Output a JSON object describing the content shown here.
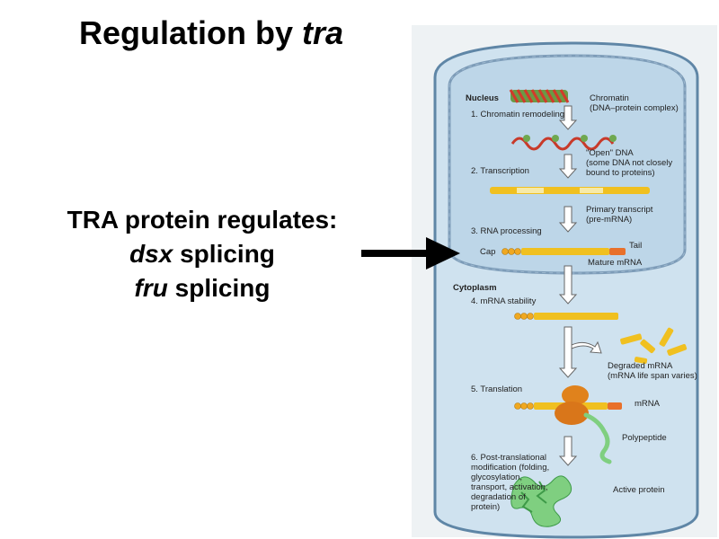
{
  "slide": {
    "title_main": "Regulation by ",
    "title_italic": "tra",
    "points_heading": "TRA protein regulates:",
    "points": [
      {
        "italic": "dsx",
        "text": " splicing"
      },
      {
        "italic": "fru",
        "text": " splicing"
      }
    ]
  },
  "figure": {
    "nucleus_label": "Nucleus",
    "cytoplasm_label": "Cytoplasm",
    "chromatin_label": [
      "Chromatin",
      "(DNA–protein complex)"
    ],
    "open_dna_label": [
      "\"Open\" DNA",
      "(some DNA not closely",
      "bound to proteins)"
    ],
    "primary_transcript_label": [
      "Primary transcript",
      "(pre-mRNA)"
    ],
    "cap_label": "Cap",
    "tail_label": "Tail",
    "mature_mrna_label": "Mature mRNA",
    "degraded_label": [
      "Degraded mRNA",
      "(mRNA life span varies)"
    ],
    "mrna_label": "mRNA",
    "polypeptide_label": "Polypeptide",
    "active_protein_label": "Active protein",
    "steps": {
      "s1": "1. Chromatin remodeling",
      "s2": "2. Transcription",
      "s3": "3. RNA processing",
      "s4": "4. mRNA stability",
      "s5": "5. Translation",
      "s6": [
        "6. Post-translational",
        "modification (folding,",
        "glycosylation,",
        "transport, activation,",
        "degradation of",
        "protein)"
      ]
    },
    "colors": {
      "cell_fill": "#cfe2ef",
      "nucleus_fill": "#bdd6e8",
      "membrane": "#5f86a6",
      "mrna": "#f0c020",
      "tail": "#e8702a",
      "ribosome": "#e0821c",
      "polypeptide": "#7fcf80",
      "pointer_arrow": "#000000"
    }
  }
}
